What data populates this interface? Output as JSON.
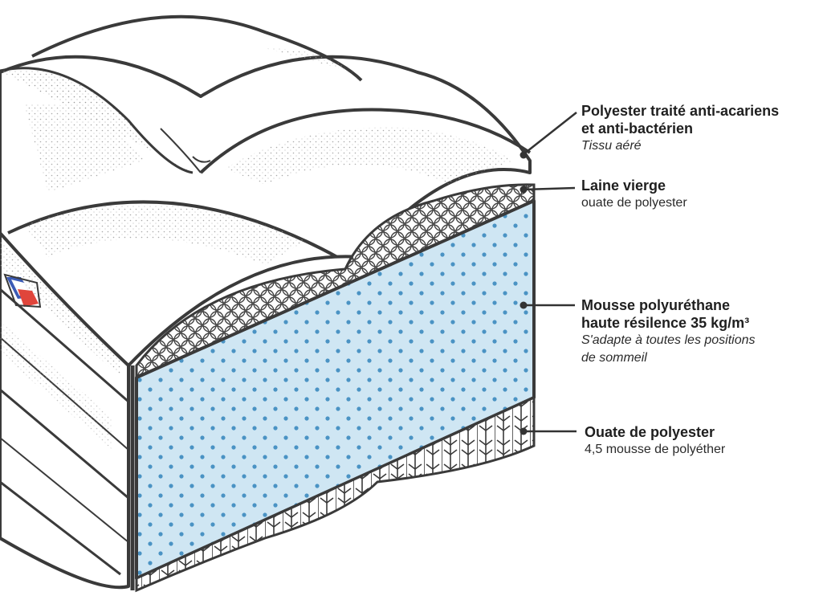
{
  "colors": {
    "ink": "#3a3a3a",
    "foam": "#cfe6f3",
    "foam_dots": "#4a93c4",
    "flag_blue": "#3b5bb5",
    "flag_red": "#e0453b"
  },
  "layers": [
    {
      "name": "cover",
      "title_lines": [
        "Polyester traité anti-acariens",
        "et anti-bactérien"
      ],
      "subtitle_lines": [
        "Tissu aéré"
      ],
      "subtitle_italic": true
    },
    {
      "name": "wool",
      "title_lines": [
        "Laine vierge"
      ],
      "subtitle_lines": [
        "ouate de polyester"
      ],
      "subtitle_italic": false
    },
    {
      "name": "foam",
      "title_lines": [
        "Mousse polyuréthane",
        "haute résilence 35 kg/m³"
      ],
      "subtitle_lines": [
        "S'adapte à toutes les positions",
        "de sommeil"
      ],
      "subtitle_italic": true
    },
    {
      "name": "base",
      "title_lines": [
        "Ouate de polyester"
      ],
      "subtitle_lines": [
        "4,5 mousse de polyéther"
      ],
      "subtitle_italic": false
    }
  ]
}
